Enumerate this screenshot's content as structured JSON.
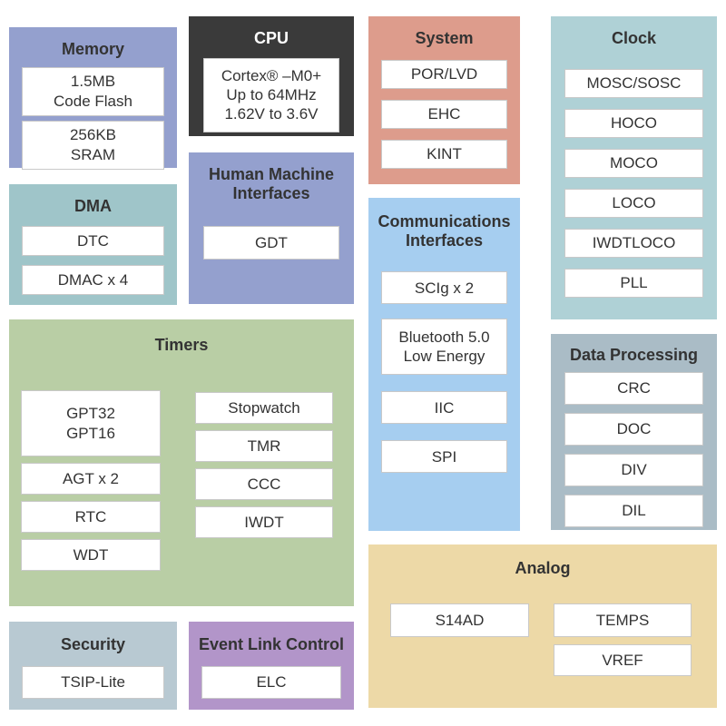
{
  "page": {
    "background": "#ffffff",
    "text_color": "#333333",
    "box_border_color": "#c9c9c9"
  },
  "blocks": {
    "memory": {
      "title": "Memory",
      "color": "#94A0CE",
      "items": [
        "1.5MB\nCode Flash",
        "256KB\nSRAM"
      ]
    },
    "cpu": {
      "title": "CPU",
      "color": "#3A3A3A",
      "title_color": "#ffffff",
      "items": [
        "Cortex® –M0+\nUp to 64MHz\n1.62V to 3.6V"
      ]
    },
    "system": {
      "title": "System",
      "color": "#DD9C8C",
      "items": [
        "POR/LVD",
        "EHC",
        "KINT"
      ]
    },
    "clock": {
      "title": "Clock",
      "color": "#AFD1D6",
      "items": [
        "MOSC/SOSC",
        "HOCO",
        "MOCO",
        "LOCO",
        "IWDTLOCO",
        "PLL"
      ]
    },
    "dma": {
      "title": "DMA",
      "color": "#9FC5C9",
      "items": [
        "DTC",
        "DMAC x 4"
      ]
    },
    "hmi": {
      "title": "Human Machine\nInterfaces",
      "color": "#94A0CE",
      "items": [
        "GDT"
      ]
    },
    "comm": {
      "title": "Communications\nInterfaces",
      "color": "#A6CEF0",
      "items": [
        "SCIg x 2",
        "Bluetooth 5.0\nLow Energy",
        "IIC",
        "SPI"
      ]
    },
    "dataproc": {
      "title": "Data Processing",
      "color": "#AABCC6",
      "items": [
        "CRC",
        "DOC",
        "DIV",
        "DIL"
      ]
    },
    "timers": {
      "title": "Timers",
      "color": "#B9CEA5",
      "left_items": [
        "GPT32\nGPT16",
        "AGT x 2",
        "RTC",
        "WDT"
      ],
      "right_items": [
        "Stopwatch",
        "TMR",
        "CCC",
        "IWDT"
      ]
    },
    "security": {
      "title": "Security",
      "color": "#B8C9D2",
      "items": [
        "TSIP-Lite"
      ]
    },
    "elc": {
      "title": "Event Link Control",
      "color": "#B295C9",
      "items": [
        "ELC"
      ]
    },
    "analog": {
      "title": "Analog",
      "color": "#EDD9A7",
      "items": [
        "S14AD",
        "TEMPS",
        "VREF"
      ]
    }
  }
}
